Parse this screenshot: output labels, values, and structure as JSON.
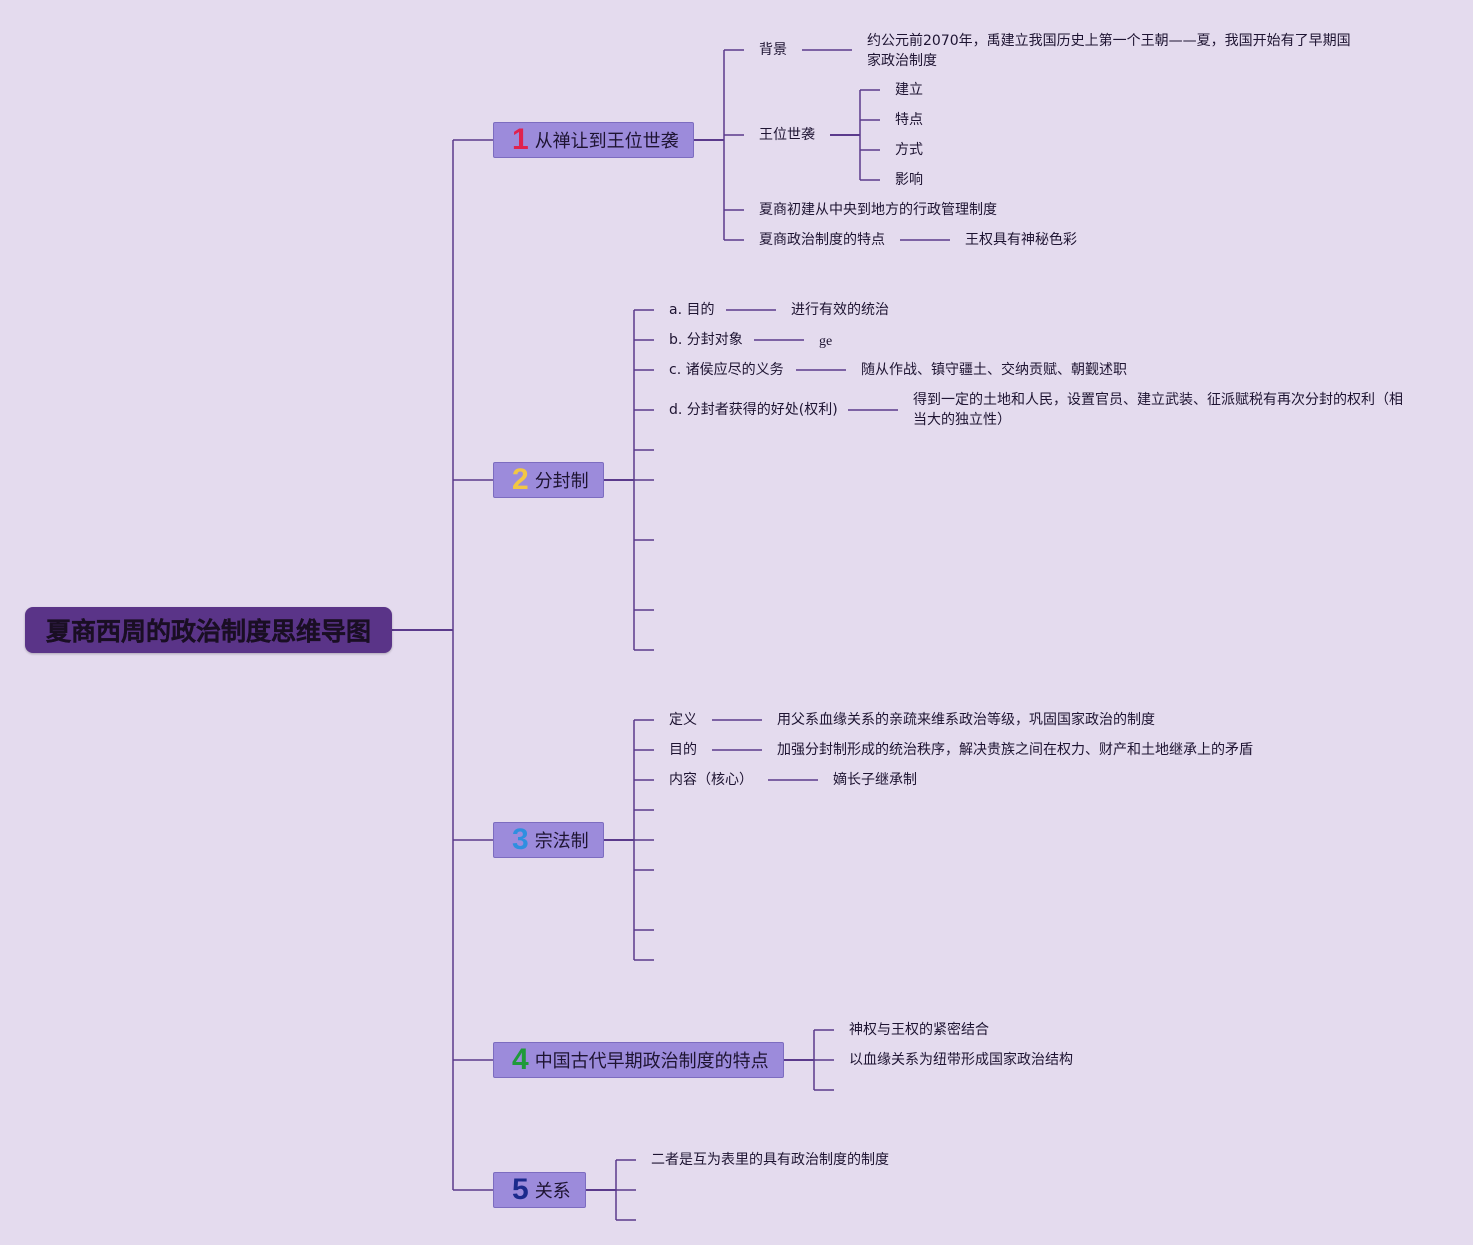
{
  "root": {
    "title": "夏商西周的政治制度思维导图"
  },
  "branches": [
    {
      "num": "1",
      "num_color": "#e0224e",
      "label": "从禅让到王位世袭",
      "children": [
        {
          "label": "背景",
          "detail": "约公元前2070年，禹建立我国历史上第一个王朝——夏，我国开始有了早期国家政治制度"
        },
        {
          "label": "王位世袭",
          "subitems": [
            "建立",
            "特点",
            "方式",
            "影响"
          ]
        },
        {
          "label": "夏商初建从中央到地方的行政管理制度"
        },
        {
          "label": "夏商政治制度的特点",
          "detail": "王权具有神秘色彩"
        }
      ]
    },
    {
      "num": "2",
      "num_color": "#f2c744",
      "label": "分封制",
      "children": [
        {
          "label": "a. 目的",
          "detail": "进行有效的统治"
        },
        {
          "label": "b. 分封对象",
          "detail": "ge"
        },
        {
          "label": "c. 诸侯应尽的义务",
          "detail": "随从作战、镇守疆土、交纳贡赋、朝觐述职"
        },
        {
          "label": "d. 分封者获得的好处(权利)",
          "detail": "得到一定的土地和人民，设置官员、建立武装、征派赋税有再次分封的权利（相当大的独立性）"
        }
      ]
    },
    {
      "num": "3",
      "num_color": "#2f8fe0",
      "label": "宗法制",
      "children": [
        {
          "label": "定义",
          "detail": "用父系血缘关系的亲疏来维系政治等级，巩固国家政治的制度"
        },
        {
          "label": "目的",
          "detail": "加强分封制形成的统治秩序，解决贵族之间在权力、财产和土地继承上的矛盾"
        },
        {
          "label": "内容（核心）",
          "detail": "嫡长子继承制"
        }
      ]
    },
    {
      "num": "4",
      "num_color": "#1f9a3a",
      "label": "中国古代早期政治制度的特点",
      "children": [
        {
          "label": "神权与王权的紧密结合"
        },
        {
          "label": "以血缘关系为纽带形成国家政治结构"
        }
      ]
    },
    {
      "num": "5",
      "num_color": "#1b2a8c",
      "label": "关系",
      "children": [
        {
          "label": "二者是互为表里的具有政治制度的制度"
        }
      ]
    }
  ]
}
